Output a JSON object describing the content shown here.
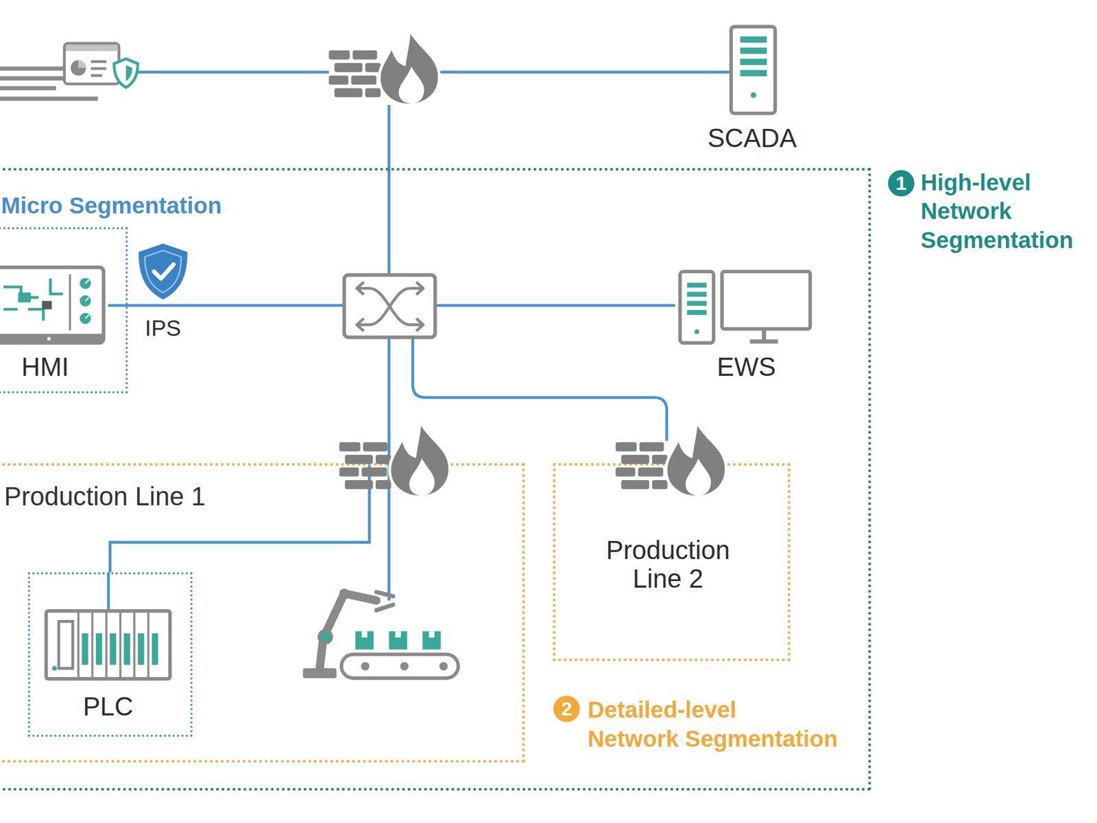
{
  "diagram": {
    "nodes": [
      {
        "text": [
          "SCADA"
        ]
      },
      {
        "text": [
          "High-level Network Segmentation"
        ]
      },
      {
        "text": [
          "Micro Segmentation"
        ],
        "in": 1
      },
      {
        "text": [
          "HMI"
        ],
        "in": 2
      },
      {
        "text": [
          "EWS"
        ],
        "in": 1
      },
      {
        "text": [
          "Production Line 1"
        ],
        "in": 1
      },
      {
        "text": [
          "PLC"
        ],
        "in": 5
      },
      {
        "text": [
          "Production Line 2"
        ],
        "in": 1
      }
    ],
    "edges": [
      {
        "from": 3,
        "to": 4,
        "arrow": "none"
      },
      {
        "from": 5,
        "to": 6,
        "arrow": "none"
      }
    ],
    "labels": [
      "1",
      "IPS",
      "2",
      "Detailed-level Network Segmentation"
    ]
  }
}
